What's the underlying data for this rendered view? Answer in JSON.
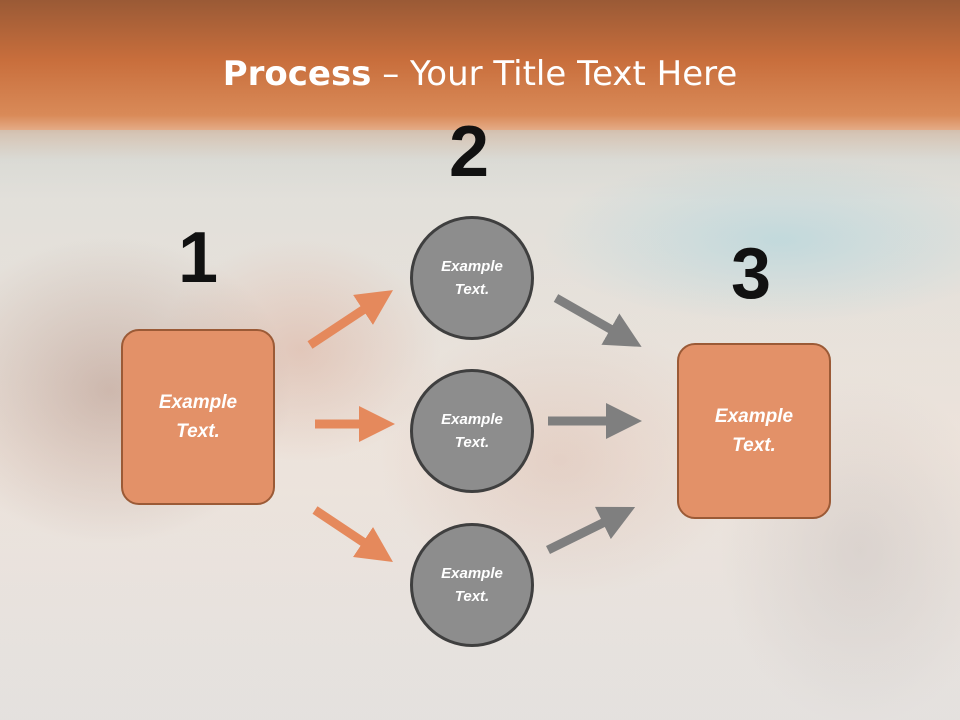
{
  "title": {
    "bold": "Process",
    "rest": " – Your Title Text Here"
  },
  "steps": {
    "one": "1",
    "two": "2",
    "three": "3"
  },
  "left_box": {
    "line1": "Example",
    "line2": "Text."
  },
  "right_box": {
    "line1": "Example",
    "line2": "Text."
  },
  "circles": [
    {
      "line1": "Example",
      "line2": "Text."
    },
    {
      "line1": "Example",
      "line2": "Text."
    },
    {
      "line1": "Example",
      "line2": "Text."
    }
  ],
  "colors": {
    "header": "#c86e3c",
    "box_fill": "#e39168",
    "box_border": "#9b5a36",
    "circle_fill": "#8d8d8d",
    "circle_border": "#3f3f3f",
    "arrow_orange": "#e5895c",
    "arrow_gray": "#7f7f7f"
  }
}
